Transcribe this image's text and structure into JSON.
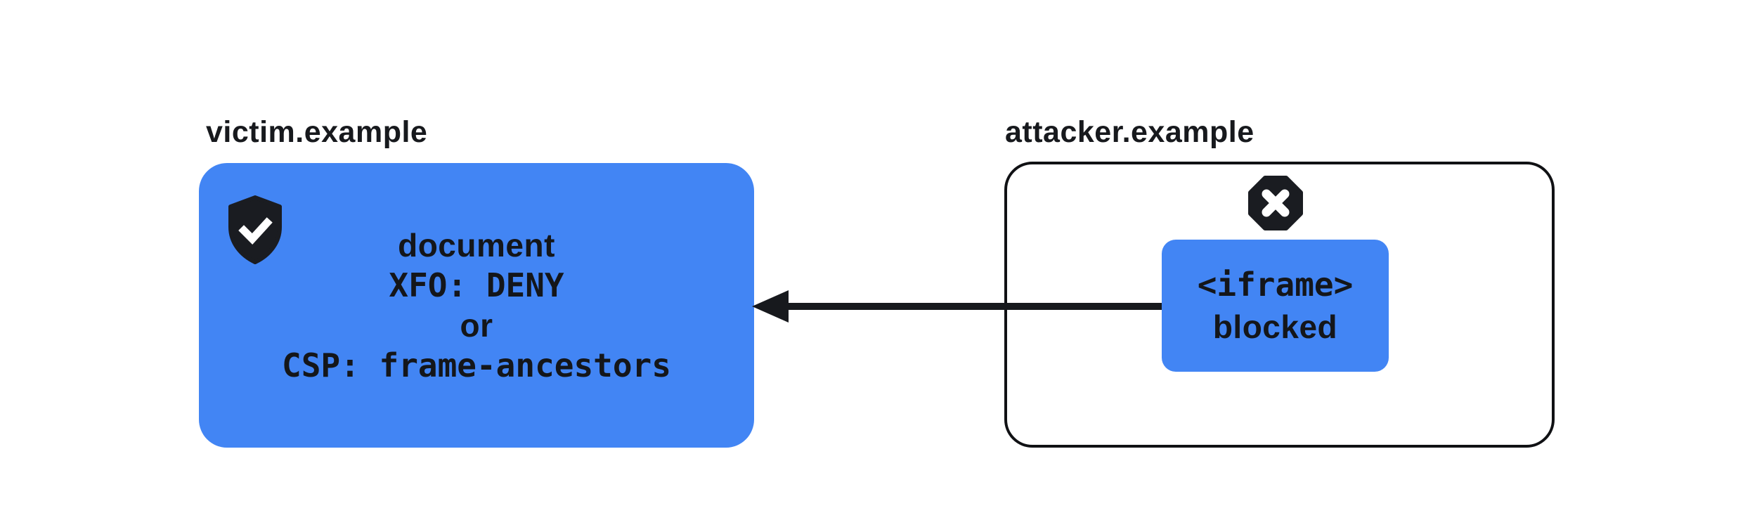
{
  "victim": {
    "label": "victim.example",
    "lines": [
      {
        "text": "document",
        "font": "sans"
      },
      {
        "text": "XFO: DENY",
        "font": "mono"
      },
      {
        "text": "or",
        "font": "sans"
      },
      {
        "text": "CSP: frame-ancestors",
        "font": "mono"
      }
    ],
    "icon": "shield-check-icon"
  },
  "attacker": {
    "label": "attacker.example",
    "icon": "blocked-x-icon",
    "iframe": {
      "lines": [
        {
          "text": "<iframe>",
          "font": "mono"
        },
        {
          "text": "blocked",
          "font": "sans"
        }
      ]
    }
  },
  "arrow": {
    "meaning": "iframe-load-request-blocked",
    "direction": "right-to-left"
  },
  "colors": {
    "box_blue": "#4285F4",
    "dark": "#1A1C21",
    "text_dark": "#14161A",
    "background": "#FFFFFF"
  }
}
